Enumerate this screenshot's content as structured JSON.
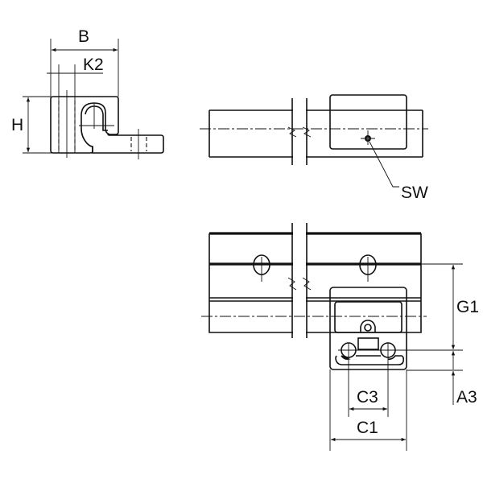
{
  "drawing": {
    "labels": {
      "B": "B",
      "K2": "K2",
      "H": "H",
      "SW": "SW",
      "G1": "G1",
      "A3": "A3",
      "C3": "C3",
      "C1": "C1"
    },
    "line_color": "#111111",
    "background": "#ffffff"
  }
}
